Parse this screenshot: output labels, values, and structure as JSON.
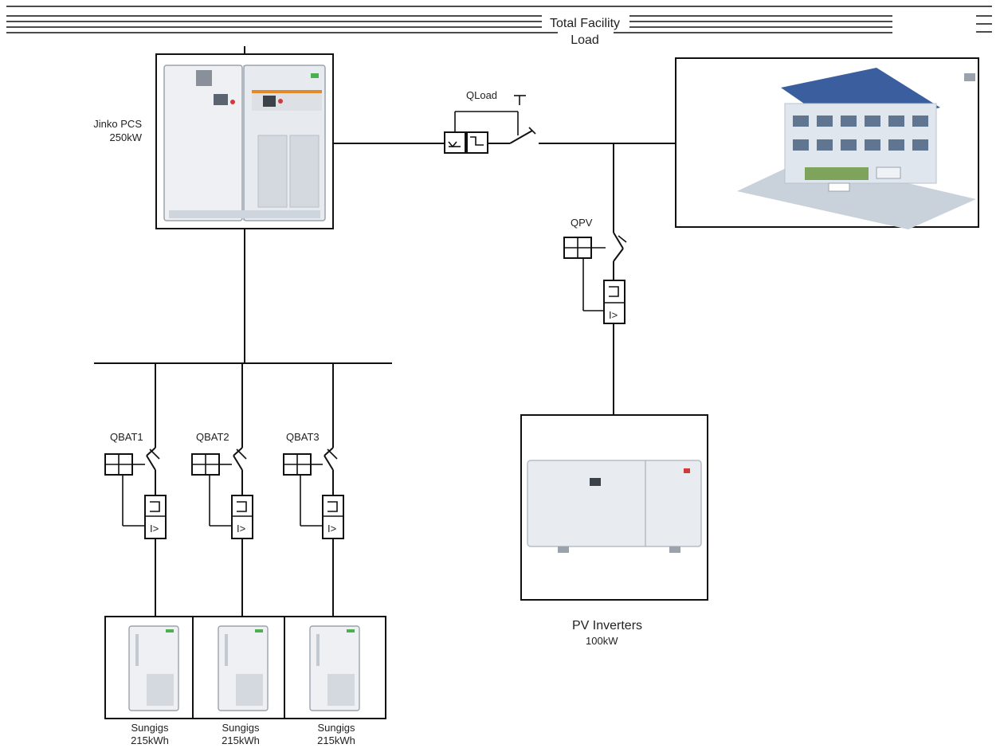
{
  "title": {
    "line1": "Total Facility",
    "line2": "Load"
  },
  "pcs": {
    "name": "Jinko PCS",
    "rating": "250kW"
  },
  "breakers": {
    "load": "QLoad",
    "pv": "QPV",
    "bat1": "QBAT1",
    "bat2": "QBAT2",
    "bat3": "QBAT3"
  },
  "pv_inverter": {
    "name": "PV Inverters",
    "rating": "100kW"
  },
  "batteries": [
    {
      "name": "Sungigs",
      "capacity": "215kWh"
    },
    {
      "name": "Sungigs",
      "capacity": "215kWh"
    },
    {
      "name": "Sungigs",
      "capacity": "215kWh"
    }
  ],
  "colors": {
    "line": "#111111",
    "cabinet_body": "#eef0f3",
    "accent_orange": "#e08a2c",
    "building": "#dfe6ee",
    "solar_panel": "#3b5e9e",
    "accent_green": "#4caf50"
  }
}
